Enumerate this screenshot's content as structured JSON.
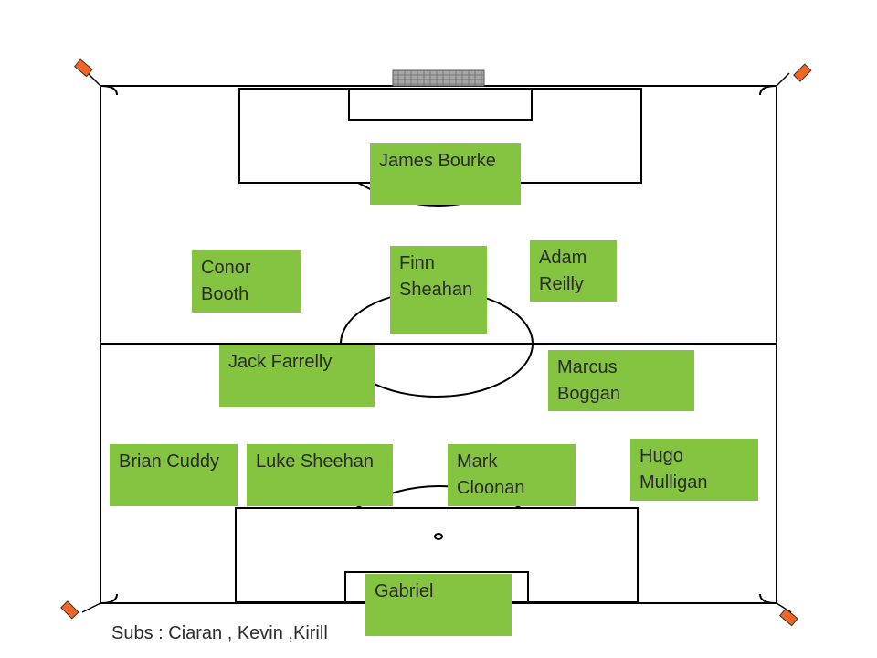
{
  "players": [
    {
      "id": "james-bourke",
      "name": "James Bourke"
    },
    {
      "id": "conor-booth",
      "name": "Conor\nBooth"
    },
    {
      "id": "finn-sheahan",
      "name": "Finn\nSheahan"
    },
    {
      "id": "adam-reilly",
      "name": "Adam\nReilly"
    },
    {
      "id": "jack-farrelly",
      "name": "Jack Farrelly"
    },
    {
      "id": "marcus-boggan",
      "name": "Marcus\nBoggan"
    },
    {
      "id": "brian-cuddy",
      "name": "Brian Cuddy"
    },
    {
      "id": "luke-sheehan",
      "name": "Luke Sheehan"
    },
    {
      "id": "mark-cloonan",
      "name": "Mark\nCloonan"
    },
    {
      "id": "hugo-mulligan",
      "name": "Hugo\nMulligan"
    },
    {
      "id": "gabriel",
      "name": "Gabriel"
    }
  ],
  "subs_text": "Subs : Ciaran , Kevin ,Kirill",
  "colors": {
    "player_box": "#84c441",
    "corner_flag": "#f26522",
    "goal_net": "#a6a6a6",
    "lines": "#000000"
  }
}
